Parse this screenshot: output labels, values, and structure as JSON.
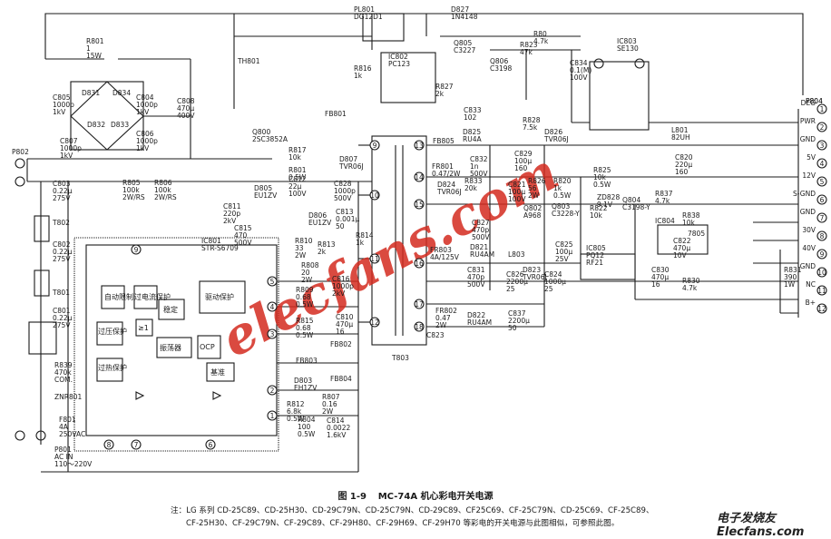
{
  "caption": {
    "figure_no": "图 1-9",
    "title": "MC-74A 机心彩电开关电源"
  },
  "note": {
    "line1": "注：LG 系列 CD-25C89、CD-25H30、CD-29C79N、CD-25C79N、CD-29C89、CF25C69、CF-25C79N、CD-25C69、CF-25C89、",
    "line2": "CF-25H30、CF-29C79N、CF-29C89、CF-29H80、CF-29H69、CF-29H70 等彩电的开关电源与此图相似，可参照此图。"
  },
  "watermark": {
    "text": "elecfans.com",
    "color": "#d42a1e"
  },
  "brand": {
    "text": "电子发烧友 Elecfans.com"
  },
  "components": {
    "R801": [
      "R801",
      "1",
      "15W"
    ],
    "PL801": [
      "PL801",
      "DG12D1"
    ],
    "TH801": [
      "TH801"
    ],
    "D827": [
      "D827",
      "1N4148"
    ],
    "Q805": [
      "Q805",
      "C3227"
    ],
    "Q806": [
      "Q806",
      "C3198"
    ],
    "R823": [
      "R823",
      "47k"
    ],
    "R80": [
      "R80",
      "4.7k"
    ],
    "IC803": [
      "IC803",
      "SE130"
    ],
    "C805": [
      "C805",
      "1000p",
      "1kV"
    ],
    "D831": [
      "D831"
    ],
    "D832": [
      "D832"
    ],
    "D833": [
      "D833"
    ],
    "D834": [
      "D834"
    ],
    "C804": [
      "C804",
      "1000p",
      "1kV"
    ],
    "C807": [
      "C807",
      "1000p",
      "1kV"
    ],
    "C806": [
      "C806",
      "1000p",
      "1kV"
    ],
    "C808": [
      "C808",
      "470μ",
      "400V"
    ],
    "IC802": [
      "IC802",
      "PC123"
    ],
    "R816": [
      "R816",
      "1k"
    ],
    "R827": [
      "R827",
      "2k"
    ],
    "C834": [
      "C834",
      "0.1(M)",
      "100V"
    ],
    "R828": [
      "R828",
      "7.5k"
    ],
    "C833": [
      "C833",
      "102"
    ],
    "D825": [
      "D825",
      "RU4A"
    ],
    "D826": [
      "D826",
      "TVR06J"
    ],
    "L801": [
      "L801",
      "82UH"
    ],
    "P804": [
      "P804"
    ],
    "P802": [
      "P802"
    ],
    "Q800": [
      "Q800",
      "2SC3852A"
    ],
    "R817": [
      "R817",
      "10k"
    ],
    "R801a": [
      "R801",
      "0.5W"
    ],
    "D807": [
      "D807",
      "TVR06J"
    ],
    "FB801": [
      "FB801"
    ],
    "FB805": [
      "FB805"
    ],
    "FR801": [
      "FR801",
      "0.47/2W"
    ],
    "C832": [
      "C832",
      "1n",
      "500V"
    ],
    "C829": [
      "C829",
      "100μ",
      "160"
    ],
    "C820": [
      "C820",
      "220μ",
      "160"
    ],
    "C803": [
      "C803",
      "0.22μ",
      "275V"
    ],
    "R805": [
      "R805",
      "100k",
      "2W/RS"
    ],
    "R806": [
      "R806",
      "100k",
      "2W/RS"
    ],
    "D805": [
      "D805",
      "EU1ZV"
    ],
    "C812": [
      "C812",
      "22μ",
      "100V"
    ],
    "C828": [
      "C828",
      "1000p",
      "500V"
    ],
    "D824": [
      "D824",
      "TVR06J"
    ],
    "R833": [
      "R833",
      "20k"
    ],
    "R826": [
      "R826",
      "56",
      "2W"
    ],
    "R820": [
      "R820",
      "1k",
      "0.5W"
    ],
    "R825": [
      "R825",
      "10k",
      "0.5W"
    ],
    "ZD828": [
      "ZD828",
      "9.1V"
    ],
    "Q804": [
      "Q804",
      "C3198-Y"
    ],
    "R837": [
      "R837",
      "4.7k"
    ],
    "T802": [
      "T802"
    ],
    "C811": [
      "C811",
      "220p",
      "2kV"
    ],
    "C815": [
      "C815",
      "470",
      "500V"
    ],
    "D806": [
      "D806",
      "EU1ZV"
    ],
    "C813": [
      "C813",
      "0.001μ",
      "50"
    ],
    "C821": [
      "C821",
      "100μ",
      "100V"
    ],
    "Q802": [
      "Q802",
      "A968"
    ],
    "Q803": [
      "Q803",
      "C3228-Y"
    ],
    "R822": [
      "R822",
      "10k"
    ],
    "R838": [
      "R838",
      "10k"
    ],
    "IC804": [
      "IC804"
    ],
    "IC801": [
      "IC801",
      "STR-S6709"
    ],
    "C802": [
      "C802",
      "0.22μ",
      "275V"
    ],
    "R810": [
      "R810",
      "33",
      "2W"
    ],
    "R813": [
      "R813",
      "2k"
    ],
    "R814": [
      "R814",
      "1k"
    ],
    "C827": [
      "C827",
      "470p",
      "500V"
    ],
    "D821": [
      "D821",
      "RU4AM"
    ],
    "FR803": [
      "FR803",
      "4A/125V"
    ],
    "L803": [
      "L803"
    ],
    "C825": [
      "C825",
      "100μ",
      "25V"
    ],
    "IC805": [
      "IC805",
      "PQ12",
      "RF21"
    ],
    "Q7805": [
      "7805"
    ],
    "C822": [
      "C822",
      "470μ",
      "10V"
    ],
    "R808": [
      "R808",
      "20",
      "2W"
    ],
    "R809": [
      "R809",
      "0.68",
      "0.5W"
    ],
    "C816": [
      "C816",
      "1000p",
      "2kV"
    ],
    "C831": [
      "C831",
      "470p",
      "500V"
    ],
    "C826": [
      "C826",
      "2200μ",
      "25"
    ],
    "D823": [
      "D823",
      "TVR06J"
    ],
    "C824": [
      "C824",
      "1000μ",
      "25"
    ],
    "C830": [
      "C830",
      "470μ",
      "16"
    ],
    "R830": [
      "R830",
      "4.7k"
    ],
    "R831": [
      "R831",
      "390",
      "1W"
    ],
    "T801": [
      "T801"
    ],
    "C801": [
      "C801",
      "0.22μ",
      "275V"
    ],
    "R815": [
      "R815",
      "0.68",
      "0.5W"
    ],
    "C810": [
      "C810",
      "470μ",
      "16"
    ],
    "FR802": [
      "FR802",
      "0.47",
      "2W"
    ],
    "D822": [
      "D822",
      "RU4AM"
    ],
    "C837": [
      "C837",
      "2200μ",
      "50"
    ],
    "C823": [
      "C823"
    ],
    "FB802": [
      "FB802"
    ],
    "FB803": [
      "FB803"
    ],
    "FB804": [
      "FB804"
    ],
    "D803": [
      "D803",
      "EH1ZV"
    ],
    "R839": [
      "R839",
      "470k",
      "COM."
    ],
    "ZNR801": [
      "ZNR801"
    ],
    "R812": [
      "R812",
      "6.8k",
      "0.5W"
    ],
    "R807": [
      "R807",
      "0.16",
      "2W"
    ],
    "R804": [
      "R804",
      "100",
      "0.5W"
    ],
    "C814": [
      "C814",
      "0.0022",
      "1.6kV"
    ],
    "F801": [
      "F801",
      "4A",
      "250VAC"
    ],
    "P801": [
      "P801",
      "AC IN",
      "110～220V"
    ],
    "T803": [
      "T803"
    ]
  },
  "ic_blocks": {
    "block1": "自动限制",
    "block2": "过电流保护",
    "block3": "稳定",
    "block4": "驱动保护",
    "block5": "≥1",
    "block6": "过压保护",
    "block7": "过热保护",
    "block8": "振荡器",
    "block9": "OCP",
    "block10": "基准"
  },
  "connector": {
    "header": "P804",
    "labels": [
      "DEG",
      "PWR",
      "GND",
      "5V",
      "12V",
      "S-GND",
      "GND",
      "30V",
      "40V",
      "GND",
      "NC",
      "B+"
    ],
    "pins": [
      "1",
      "2",
      "3",
      "4",
      "5",
      "6",
      "7",
      "8",
      "9",
      "10",
      "11",
      "12"
    ]
  },
  "transformer_pins": [
    "9",
    "10",
    "11",
    "12",
    "13",
    "14",
    "15",
    "16",
    "17",
    "18"
  ],
  "ic_pins": [
    "1",
    "2",
    "3",
    "4",
    "5",
    "6",
    "7",
    "8",
    "9"
  ]
}
